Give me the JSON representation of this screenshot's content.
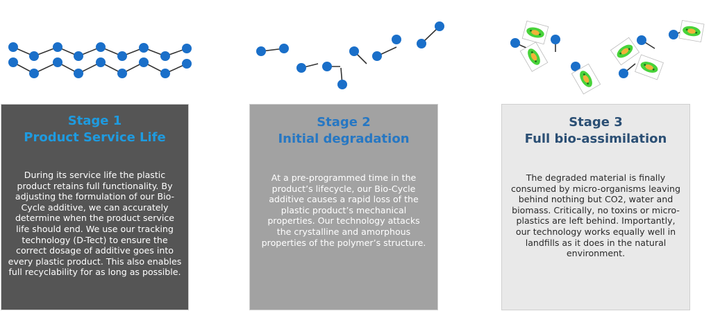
{
  "stages": [
    {
      "title_line1": "Stage 1",
      "title_line2": "Product Service Life",
      "body": "During its service life the plastic product retains full functionality. By adjusting the formulation of our Bio-Cycle additive, we can accurately determine when the product service life should end. We use our tracking technology (D-Tect) to ensure the correct dosage of additive goes into every plastic product. This also enables full recyclability for as long as possible."
    },
    {
      "title_line1": "Stage 2",
      "title_line2": "Initial degradation",
      "body": "At a pre-programmed time in the product’s lifecycle, our Bio-Cycle additive causes a rapid loss of the plastic product’s mechanical properties. Our technology attacks the crystalline and amorphous properties of the polymer’s structure."
    },
    {
      "title_line1": "Stage 3",
      "title_line2": "Full bio-assimilation",
      "body": "The degraded material is finally consumed by micro-organisms leaving behind nothing but CO2, water and biomass. Critically, no toxins or micro-plastics are left behind. Importantly, our technology works equally well in landfills as it does in the natural environment."
    }
  ],
  "colors": {
    "molecule_node": "#1a6fc9",
    "molecule_bond": "#333333",
    "microbe_body": "#48d33a",
    "microbe_core": "#f2b23a"
  },
  "illustrations": [
    {
      "name": "polymer-chain-icon",
      "depicts": "intact zigzag polymer chain"
    },
    {
      "name": "fragmented-polymer-icon",
      "depicts": "broken polymer fragments"
    },
    {
      "name": "microbes-consuming-icon",
      "depicts": "micro-organisms consuming fragments"
    }
  ]
}
